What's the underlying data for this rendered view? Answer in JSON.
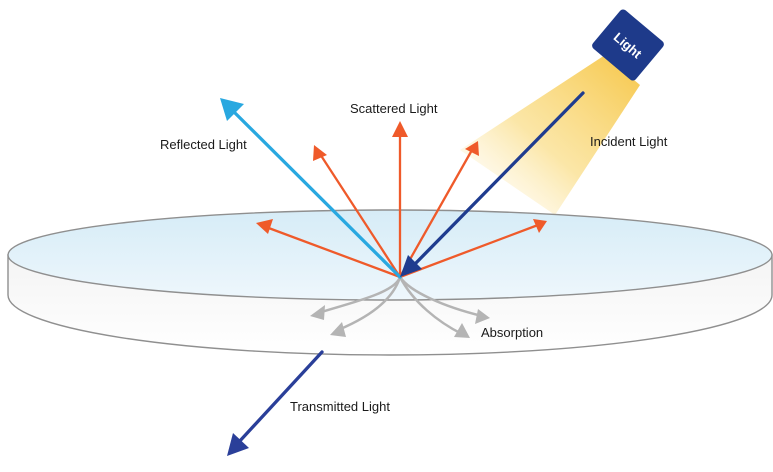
{
  "labels": {
    "source": "Light",
    "incident": "Incident Light",
    "reflected": "Reflected Light",
    "scattered": "Scattered Light",
    "absorption": "Absorption",
    "transmitted": "Transmitted Light"
  },
  "colors": {
    "incident": "#1f3c8f",
    "reflected": "#29a8e0",
    "scattered": "#ef5a2a",
    "absorption": "#b4b4b4",
    "transmitted": "#2a3f99",
    "source_box": "#1e3a8a",
    "beam": "#f7c84a",
    "disc_top": "#e3f2fa",
    "disc_edge": "#9a9a9a"
  },
  "icons": {
    "light_source": "light-source-icon"
  }
}
